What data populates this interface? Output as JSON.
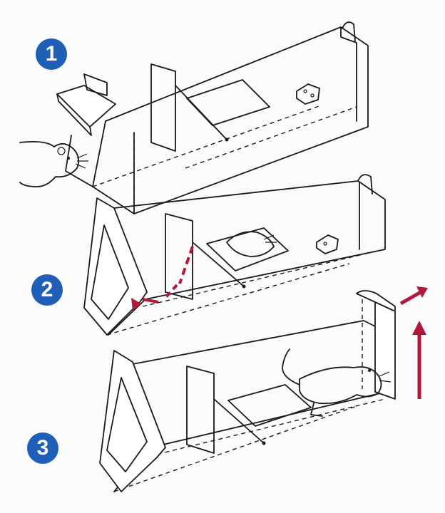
{
  "steps": [
    {
      "number": "1"
    },
    {
      "number": "2"
    },
    {
      "number": "3"
    }
  ],
  "colors": {
    "badge": "#1f5fb8",
    "arrow": "#b2183a",
    "line": "#1a1a1a",
    "background": "#fbfbfb"
  }
}
